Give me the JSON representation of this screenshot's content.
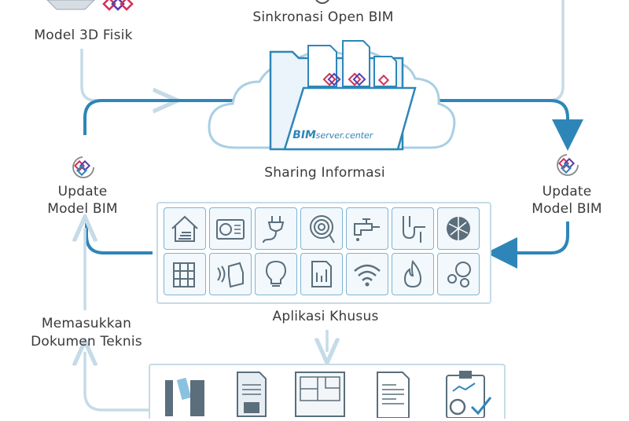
{
  "labels": {
    "model_3d": "Model 3D Fisik",
    "sync": "Sinkronasi Open BIM",
    "sharing": "Sharing Informasi",
    "update_left_1": "Update",
    "update_left_2": "Model BIM",
    "update_right_1": "Update",
    "update_right_2": "Model BIM",
    "apps": "Aplikasi Khusus",
    "docs_1": "Memasukkan",
    "docs_2": "Dokumen Teknis"
  },
  "cloud": {
    "logo_bold": "BIM",
    "logo_light": "server.center"
  },
  "app_icons": [
    "building-energy-icon",
    "hvac-unit-icon",
    "electric-plug-icon",
    "pipe-coil-icon",
    "water-tap-icon",
    "plumbing-drain-icon",
    "globe-map-icon",
    "structure-frame-icon",
    "acoustics-icon",
    "light-bulb-icon",
    "calculation-sheet-icon",
    "wifi-icon",
    "fire-icon",
    "bubbles-icon"
  ],
  "doc_icons": [
    "report-binder-icon",
    "document-stack-icon",
    "floor-plan-icon",
    "spec-sheet-icon",
    "checklist-icon"
  ],
  "colors": {
    "flow_blue": "#2e86b8",
    "light_flow": "#c6dbe8",
    "tile_border": "#7fb4d2",
    "icon_grey": "#5a6e7c"
  }
}
